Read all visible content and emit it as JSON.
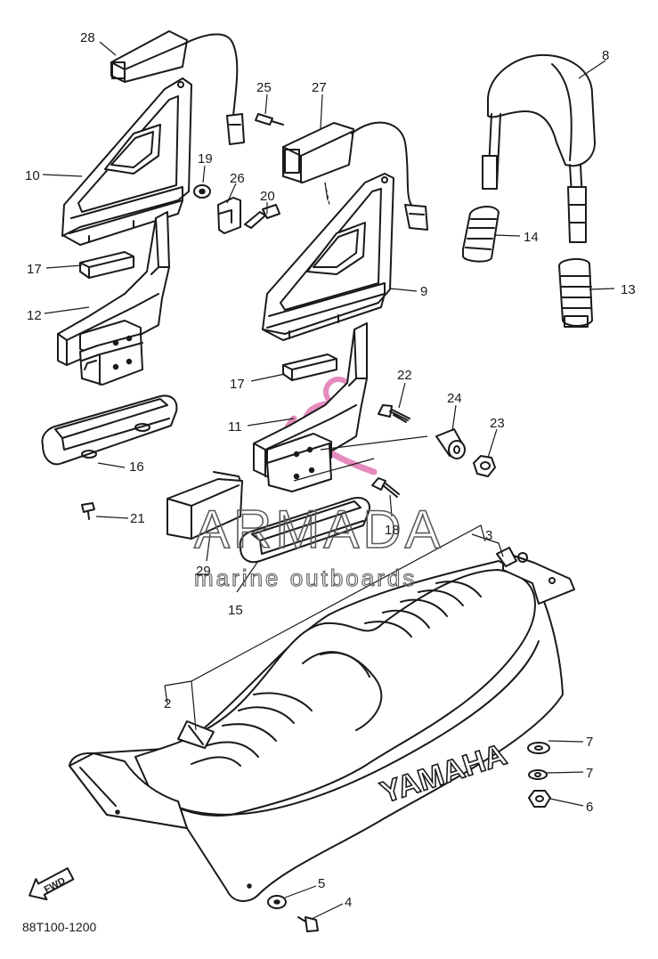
{
  "diagram": {
    "code": "88T100-1200",
    "brand_text": "YAMAHA",
    "fwd_text": "FWD",
    "watermark": {
      "title": "ARMADA",
      "subtitle": "marine outboards"
    },
    "part_numbers": {
      "p2": "2",
      "p3": "3",
      "p4": "4",
      "p5": "5",
      "p6": "6",
      "p7a": "7",
      "p7b": "7",
      "p8": "8",
      "p9": "9",
      "p10": "10",
      "p11": "11",
      "p12": "12",
      "p13": "13",
      "p14": "14",
      "p15": "15",
      "p16": "16",
      "p17a": "17",
      "p17b": "17",
      "p18": "18",
      "p19": "19",
      "p20": "20",
      "p21": "21",
      "p22": "22",
      "p23": "23",
      "p24": "24",
      "p25": "25",
      "p26": "26",
      "p27": "27",
      "p28": "28",
      "p29": "29"
    }
  }
}
